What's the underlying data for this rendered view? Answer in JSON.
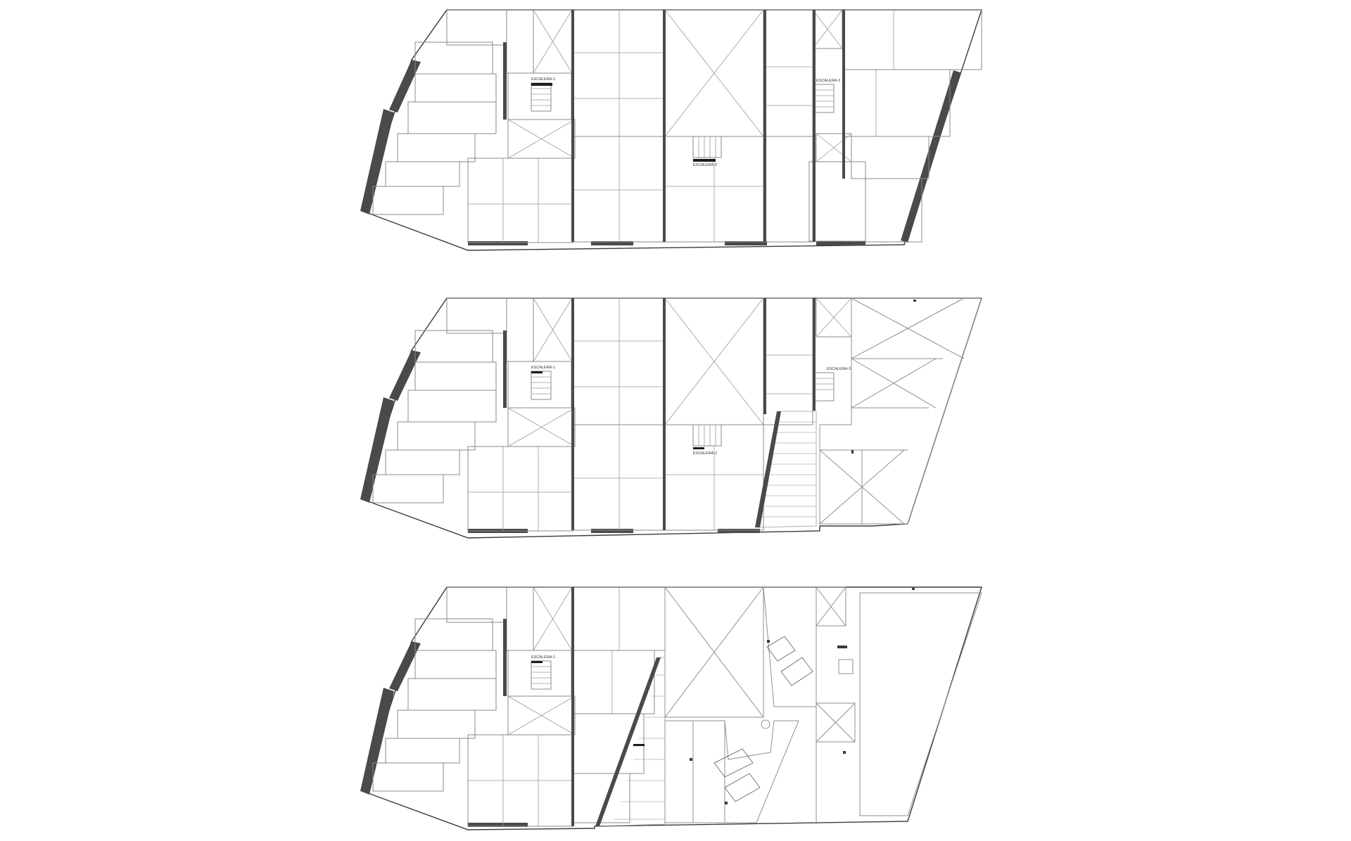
{
  "plans": [
    {
      "id": "plan-upper",
      "stair_labels": [
        "ESCALERA-1",
        "ESCALERA-2",
        "ESCALERA-3"
      ]
    },
    {
      "id": "plan-middle",
      "stair_labels": [
        "ESCALERA-1",
        "ESCALERA-2",
        "ESCALERA-3"
      ]
    },
    {
      "id": "plan-lower",
      "stair_labels": [
        "ESCALERA-1"
      ]
    }
  ],
  "colors": {
    "wall": "#4a4a4a",
    "line": "#8a8a8a",
    "background": "#ffffff"
  }
}
